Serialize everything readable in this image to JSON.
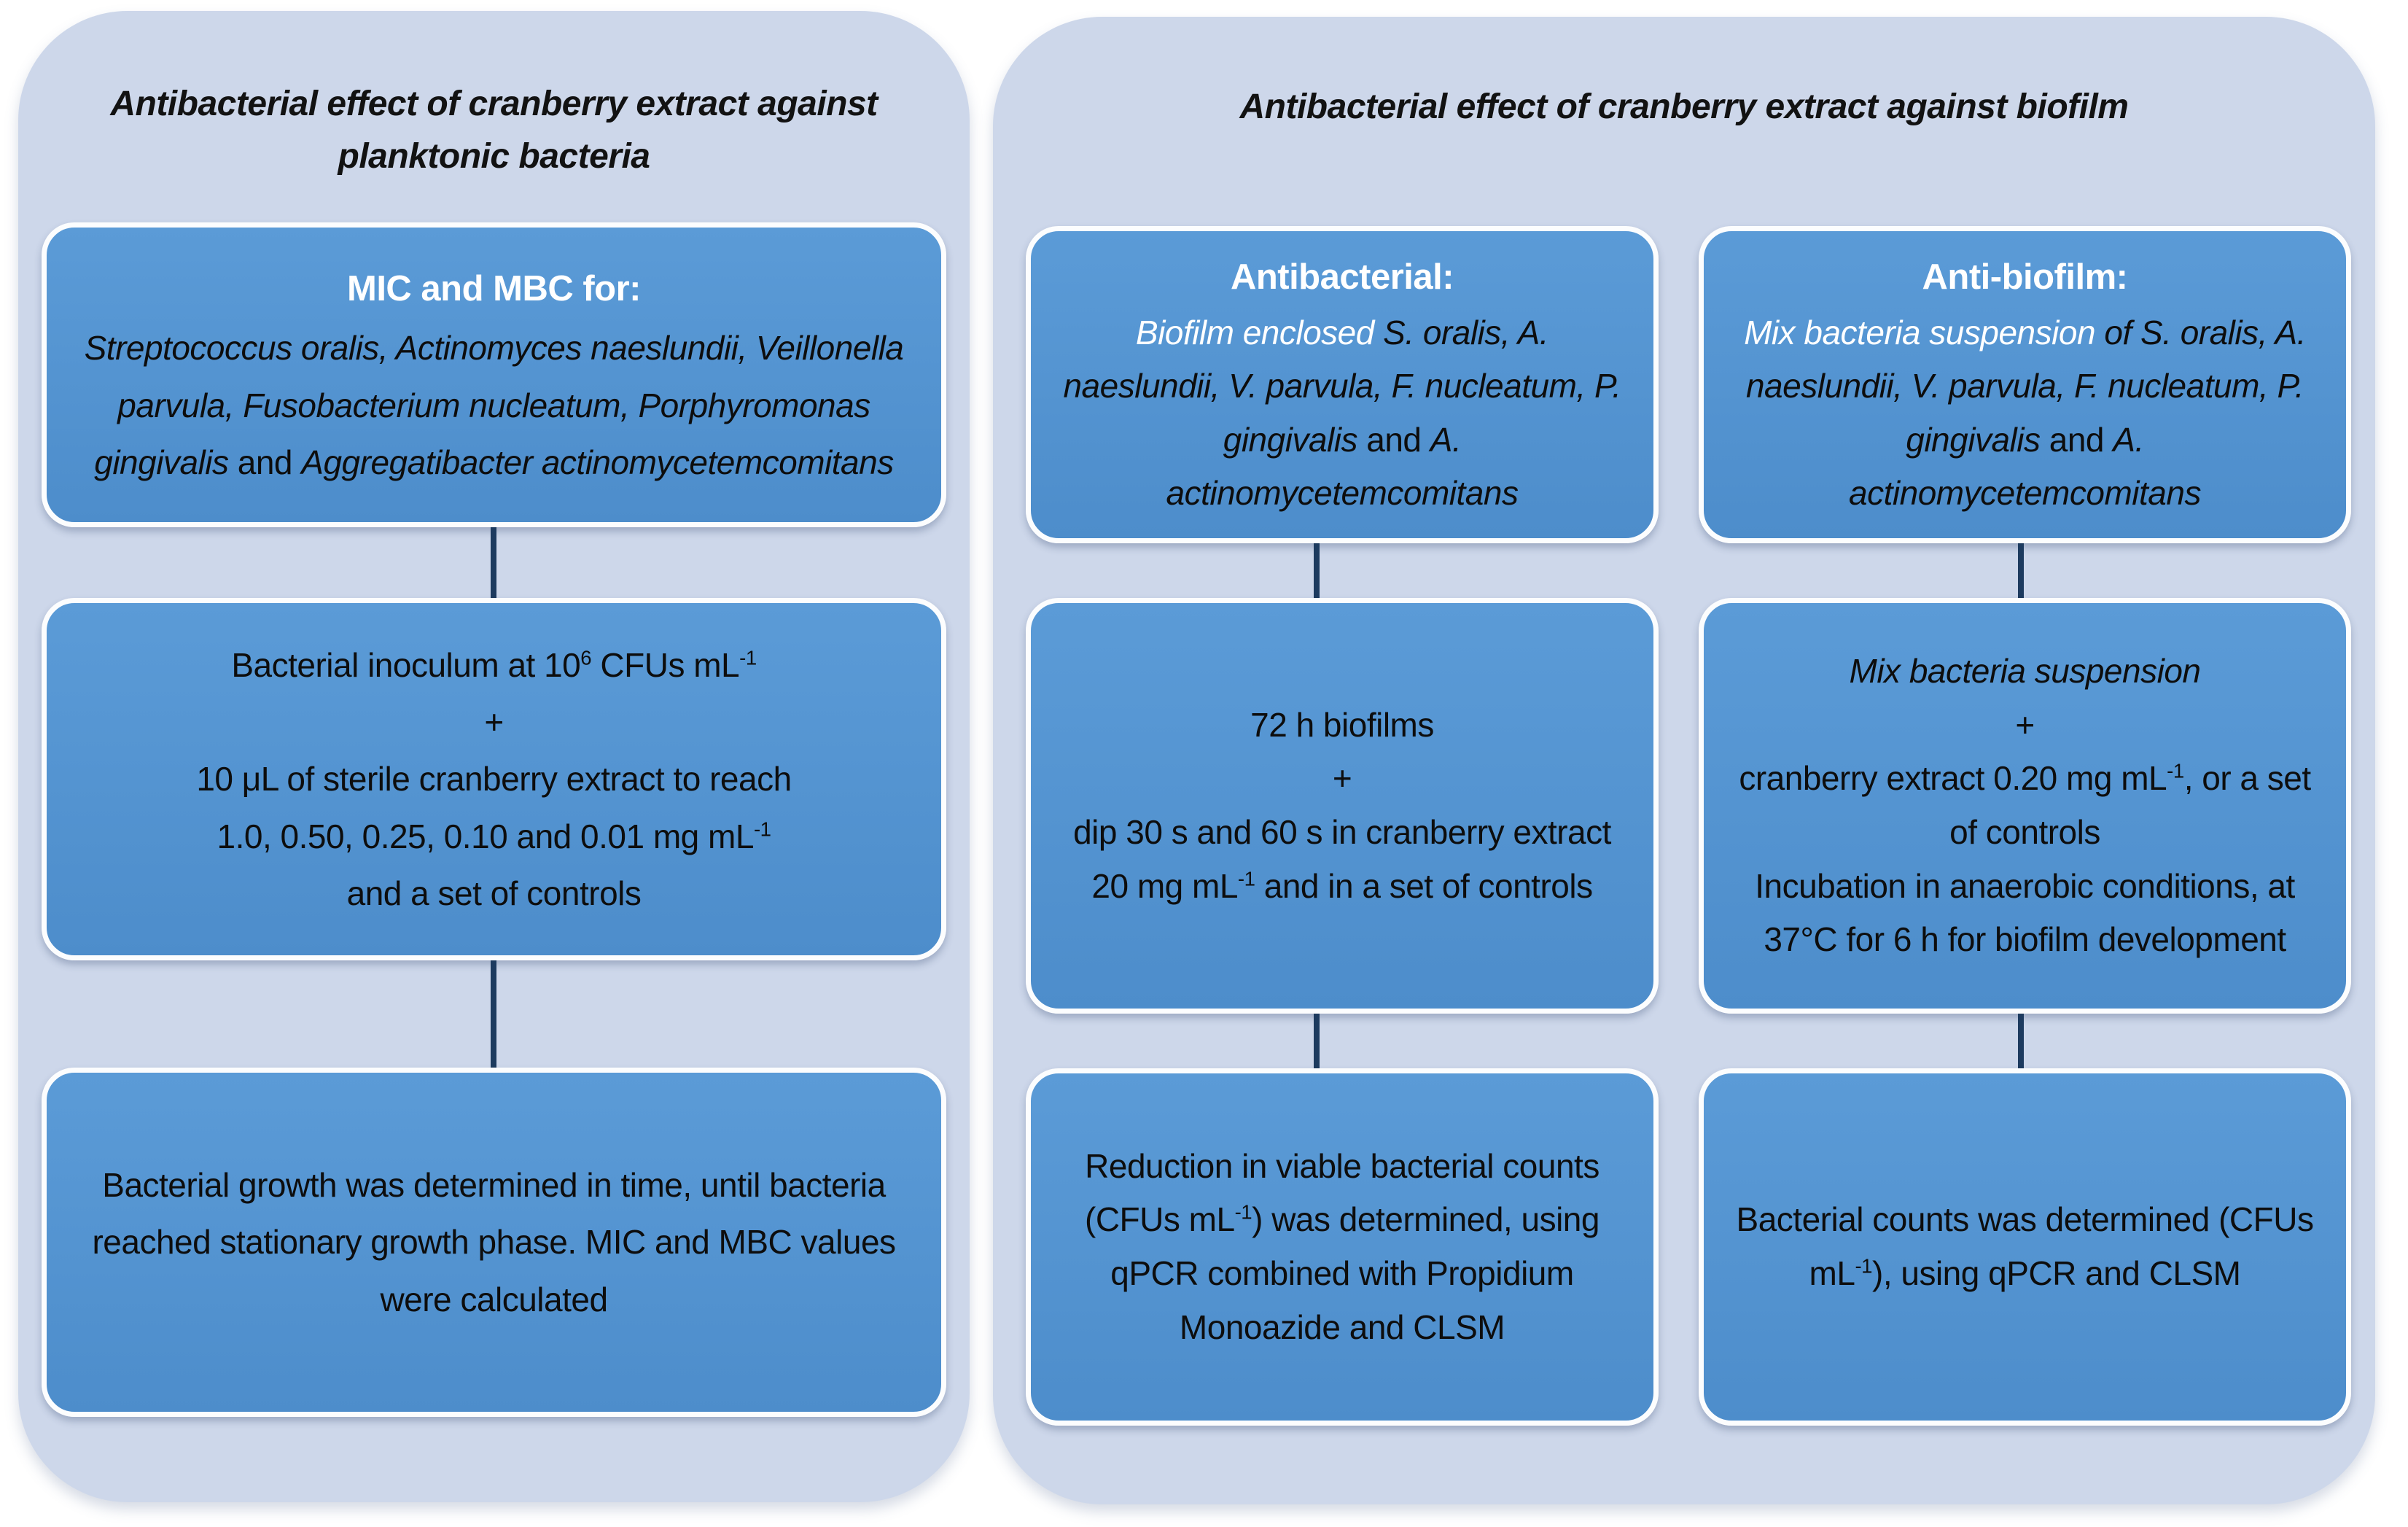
{
  "colors": {
    "page_background": "#ffffff",
    "panel_background": "#cdd7ea",
    "box_fill": "#5295d3",
    "box_border": "#fcfdfe",
    "connector": "#1d3b5f",
    "body_text": "#0d0d0d",
    "heading_text": "#ffffff"
  },
  "left_panel": {
    "title_lines": [
      [
        {
          "t": "Antibacterial effect of cranberry extract against",
          "s": ""
        }
      ],
      [
        {
          "t": "planktonic bacteria",
          "s": ""
        }
      ]
    ],
    "box_mic_mbc": [
      [
        {
          "t": "MIC and MBC for:",
          "s": "hdr"
        }
      ],
      [
        {
          "t": "Streptococcus oralis, Actinomyces naeslundii, Veillonella parvula, Fusobacterium nucleatum, Porphyromonas gingivalis",
          "s": "i"
        },
        {
          "t": " and ",
          "s": ""
        },
        {
          "t": "Aggregatibacter actinomycetemcomitans",
          "s": "i"
        }
      ]
    ],
    "box_inoculum": [
      [
        {
          "t": "Bacterial inoculum at 10",
          "s": ""
        },
        {
          "t": "6",
          "s": "sup"
        },
        {
          "t": " CFUs mL",
          "s": ""
        },
        {
          "t": "-1",
          "s": "sup"
        }
      ],
      [
        {
          "t": "+",
          "s": ""
        }
      ],
      [
        {
          "t": "10 μL of sterile cranberry extract to reach",
          "s": ""
        }
      ],
      [
        {
          "t": "1.0, 0.50, 0.25, 0.10 and 0.01 mg mL",
          "s": ""
        },
        {
          "t": "-1",
          "s": "sup"
        }
      ],
      [
        {
          "t": "and a set of controls",
          "s": ""
        }
      ]
    ],
    "box_growth": [
      [
        {
          "t": "Bacterial growth was determined in time, until bacteria reached stationary growth phase. MIC and MBC values were calculated",
          "s": ""
        }
      ]
    ]
  },
  "right_panel": {
    "title_lines": [
      [
        {
          "t": "Antibacterial effect of cranberry extract against biofilm",
          "s": ""
        }
      ]
    ],
    "col_antibacterial": {
      "box_species": [
        [
          {
            "t": "Antibacterial:",
            "s": "hdr"
          }
        ],
        [
          {
            "t": "Biofilm enclosed ",
            "s": "i w"
          },
          {
            "t": "S. oralis, A. naeslundii, V. parvula, F. nucleatum, P. gingivalis",
            "s": "i"
          },
          {
            "t": " and ",
            "s": ""
          },
          {
            "t": "A. actinomycetemcomitans",
            "s": "i"
          }
        ]
      ],
      "box_treatment": [
        [
          {
            "t": "72 h biofilms",
            "s": ""
          }
        ],
        [
          {
            "t": "+",
            "s": ""
          }
        ],
        [
          {
            "t": "dip 30 s and 60 s in cranberry extract 20 mg mL",
            "s": ""
          },
          {
            "t": "-1",
            "s": "sup"
          },
          {
            "t": " and in a set of controls",
            "s": ""
          }
        ]
      ],
      "box_readout": [
        [
          {
            "t": "Reduction in viable bacterial counts (CFUs mL",
            "s": ""
          },
          {
            "t": "-1",
            "s": "sup"
          },
          {
            "t": ") was determined, using qPCR combined with Propidium Monoazide  and CLSM",
            "s": ""
          }
        ]
      ]
    },
    "col_antibiofilm": {
      "box_species": [
        [
          {
            "t": "Anti-biofilm:",
            "s": "hdr"
          }
        ],
        [
          {
            "t": "Mix bacteria suspension ",
            "s": "i w"
          },
          {
            "t": "of S. oralis, A. naeslundii, V. parvula, F. nucleatum, P. gingivalis",
            "s": "i"
          },
          {
            "t": " and ",
            "s": ""
          },
          {
            "t": "A. actinomycetemcomitans",
            "s": "i"
          }
        ]
      ],
      "box_treatment": [
        [
          {
            "t": "Mix bacteria suspension",
            "s": "i"
          }
        ],
        [
          {
            "t": "+",
            "s": ""
          }
        ],
        [
          {
            "t": "cranberry extract 0.20 mg mL",
            "s": ""
          },
          {
            "t": "-1",
            "s": "sup"
          },
          {
            "t": ", or a set of controls",
            "s": ""
          }
        ],
        [
          {
            "t": "Incubation in anaerobic conditions, at 37°C for 6 h for biofilm development",
            "s": ""
          }
        ]
      ],
      "box_readout": [
        [
          {
            "t": "Bacterial counts was determined (CFUs mL",
            "s": ""
          },
          {
            "t": "-1",
            "s": "sup"
          },
          {
            "t": "), using qPCR and CLSM",
            "s": ""
          }
        ]
      ]
    }
  }
}
